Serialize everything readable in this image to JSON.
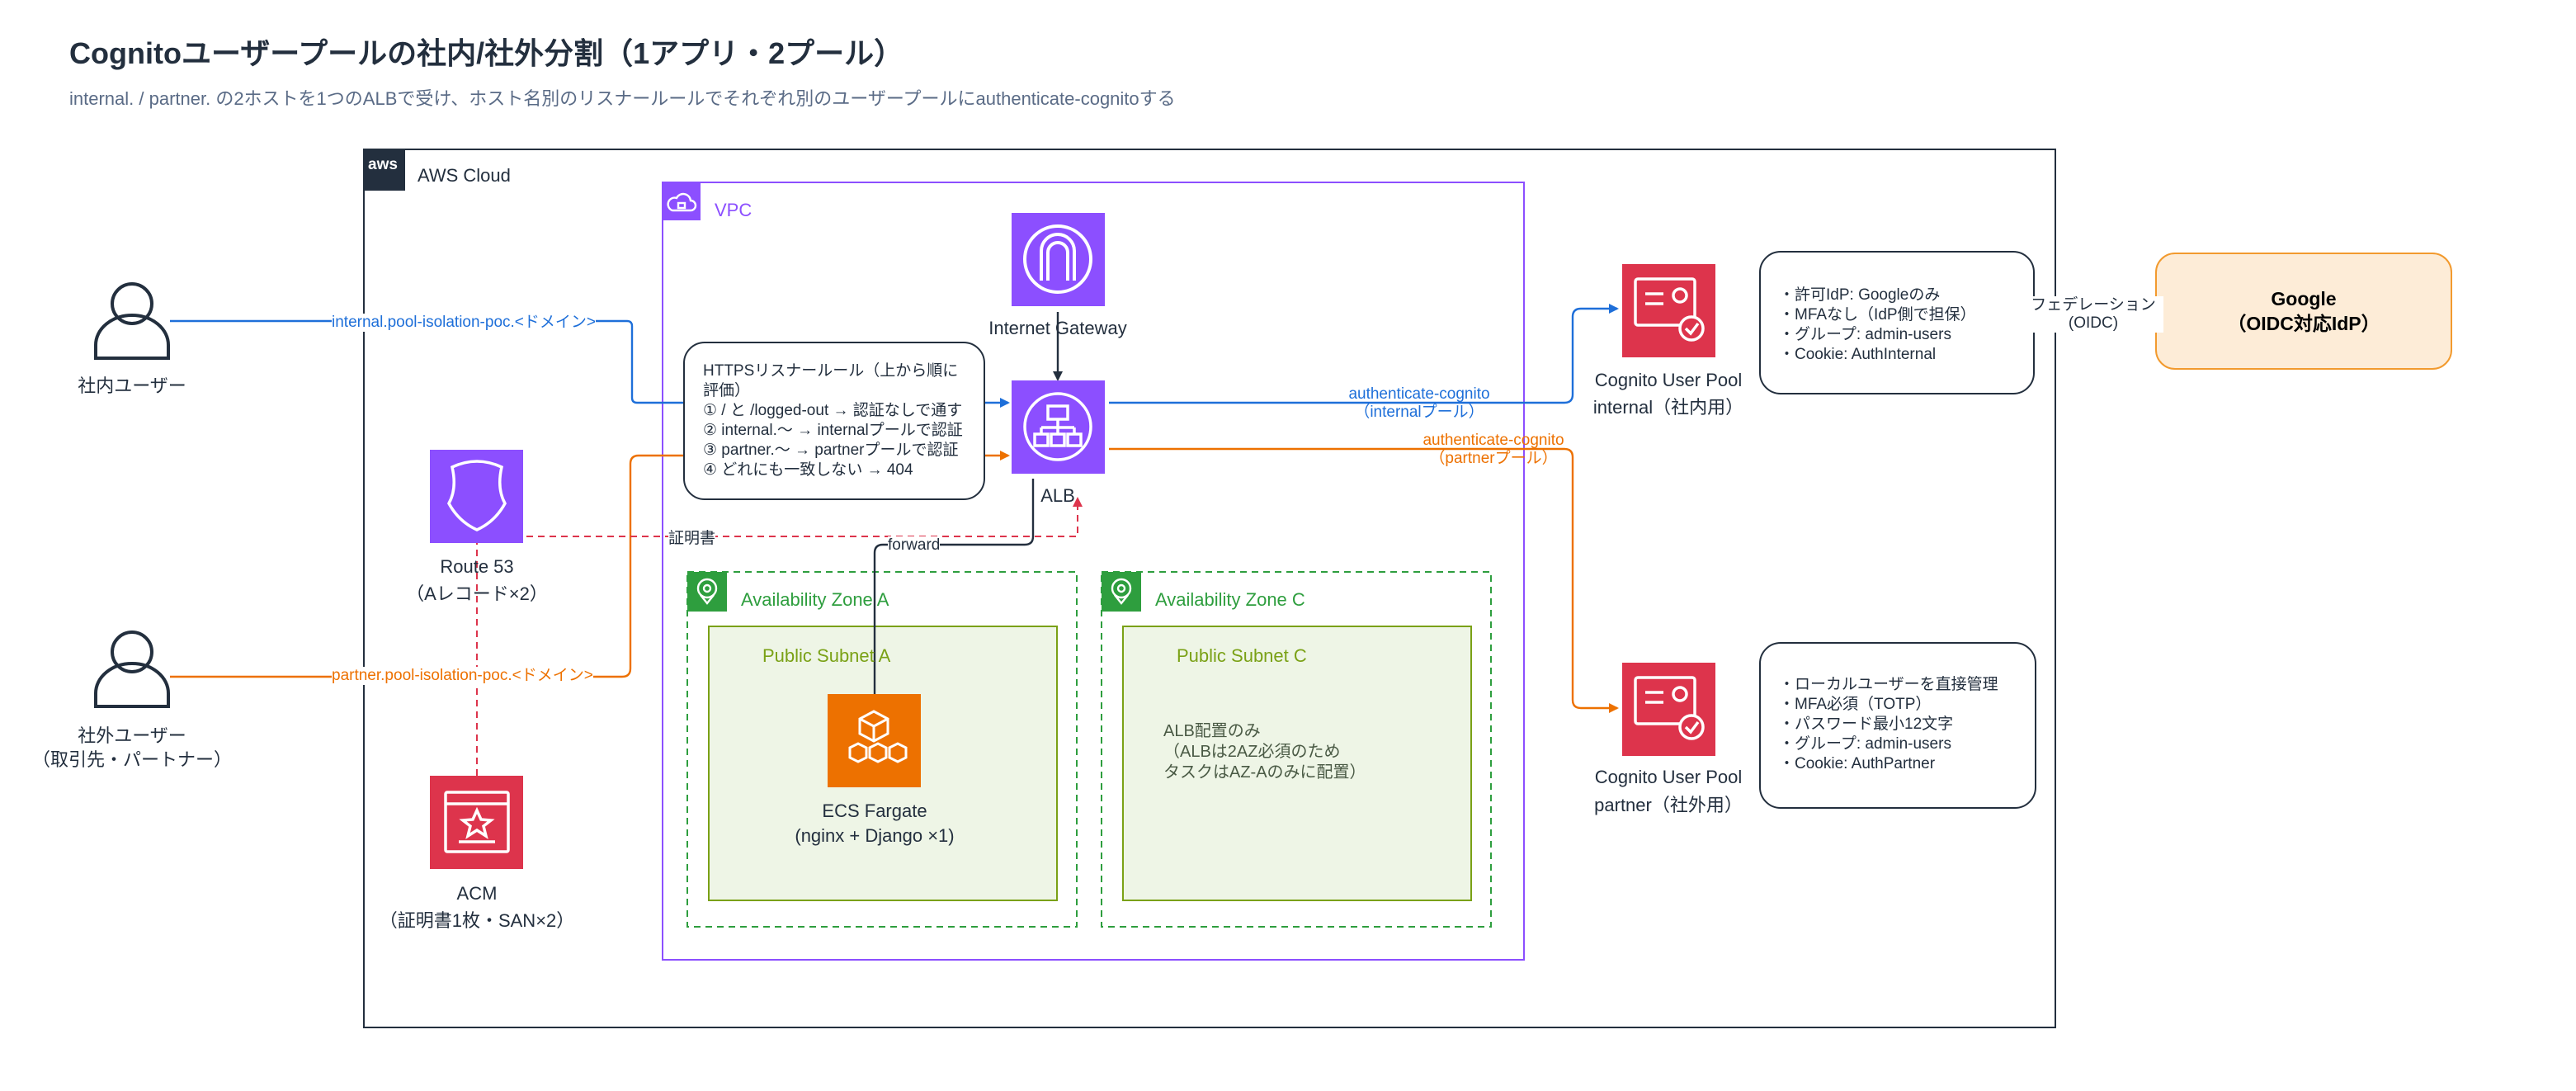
{
  "title": "Cognitoユーザープールの社内/社外分割（1アプリ・2プール）",
  "subtitle": "internal. / partner. の2ホストを1つのALBで受け、ホスト名別のリスナールールでそれぞれ別のユーザープールにauthenticate-cognitoする",
  "colors": {
    "blue": "#1e6fd9",
    "orange": "#ed7100",
    "purple": "#8c4fff",
    "green_zone": "#2e9e3e",
    "subnet_fill": "#eef5e6",
    "subnet_border": "#7aa116",
    "cognito_red": "#dd344c",
    "google_fill": "#fdecd7",
    "google_border": "#f29a2e"
  },
  "groups": {
    "aws_cloud": "AWS Cloud",
    "aws_logo": "aws",
    "vpc": "VPC",
    "az_a": "Availability Zone A",
    "az_c": "Availability Zone C",
    "subnet_a": "Public Subnet A",
    "subnet_c": "Public Subnet C"
  },
  "actors": {
    "internal_user": "社内ユーザー",
    "external_user_l1": "社外ユーザー",
    "external_user_l2": "（取引先・パートナー）"
  },
  "nodes": {
    "route53_l1": "Route 53",
    "route53_l2": "（Aレコード×2）",
    "acm_l1": "ACM",
    "acm_l2": "（証明書1枚・SAN×2）",
    "igw": "Internet Gateway",
    "alb": "ALB",
    "ecs_l1": "ECS Fargate",
    "ecs_l2": "(nginx + Django ×1)",
    "subnet_c_note": [
      "ALB配置のみ",
      "（ALBは2AZ必須のため",
      "タスクはAZ-Aのみに配置）"
    ],
    "cognito_internal_l1": "Cognito User Pool",
    "cognito_internal_l2": "internal（社内用）",
    "cognito_partner_l1": "Cognito User Pool",
    "cognito_partner_l2": "partner（社外用）",
    "google_l1": "Google",
    "google_l2": "（OIDC対応IdP）"
  },
  "listener_rules": [
    "HTTPSリスナールール（上から順に",
    "評価）",
    "① / と /logged-out → 認証なしで通す",
    "② internal.〜 → internalプールで認証",
    "③ partner.〜 → partnerプールで認証",
    "④ どれにも一致しない → 404"
  ],
  "internal_pool_notes": [
    "・許可IdP: Googleのみ",
    "・MFAなし（IdP側で担保）",
    "・グループ: admin-users",
    "・Cookie: AuthInternal"
  ],
  "partner_pool_notes": [
    "・ローカルユーザーを直接管理",
    "・MFA必須（TOTP）",
    "・パスワード最小12文字",
    "・グループ: admin-users",
    "・Cookie: AuthPartner"
  ],
  "edges": {
    "internal_host": "internal.pool-isolation-poc.<ドメイン>",
    "partner_host": "partner.pool-isolation-poc.<ドメイン>",
    "cert": "証明書",
    "forward": "forward",
    "auth_internal_l1": "authenticate-cognito",
    "auth_internal_l2": "（internalプール）",
    "auth_partner_l1": "authenticate-cognito",
    "auth_partner_l2": "（partnerプール）",
    "federation_l1": "フェデレーション",
    "federation_l2": "(OIDC)"
  }
}
